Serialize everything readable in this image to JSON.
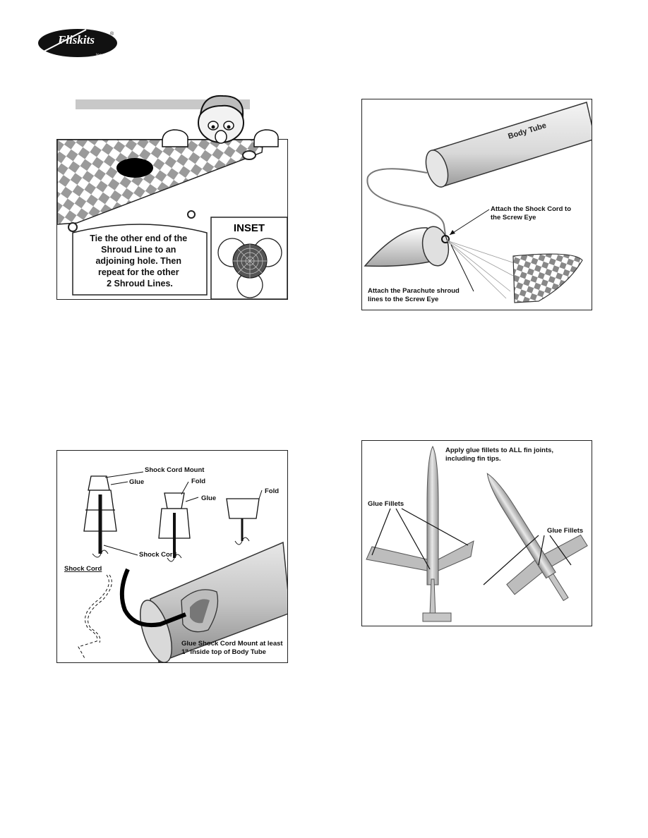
{
  "logo": {
    "brand": "Fliskits",
    "sub": "Inc.",
    "mark": "®"
  },
  "figure_parachute": {
    "caption": "Tie the other end of the Shroud Line to an adjoining hole.  Then repeat for the other 2 Shroud Lines.",
    "caption_lines": [
      "Tie the other end of the",
      "Shroud Line to an",
      "adjoining hole.  Then",
      "repeat for the other",
      "2 Shroud Lines."
    ],
    "inset_label": "INSET"
  },
  "figure_attach": {
    "body_tube": "Body Tube",
    "shock_cord_note": [
      "Attach the Shock Cord to",
      "the Screw Eye"
    ],
    "shroud_note": [
      "Attach the Parachute shroud",
      "lines to the Screw Eye"
    ]
  },
  "figure_mount": {
    "shock_cord_mount": "Shock Cord Mount",
    "glue_1": "Glue",
    "fold_1": "Fold",
    "glue_2": "Glue",
    "fold_2": "Fold",
    "shock_cord": "Shock Cord",
    "shock_cord_dashed": "Shock Cord",
    "glue_note": [
      "Glue Shock Cord Mount at least",
      "1\" inside top of Body Tube"
    ]
  },
  "figure_fillets": {
    "title": [
      "Apply glue fillets to ALL fin joints,",
      "including fin tips."
    ],
    "left_label": "Glue Fillets",
    "right_label": "Glue Fillets"
  }
}
